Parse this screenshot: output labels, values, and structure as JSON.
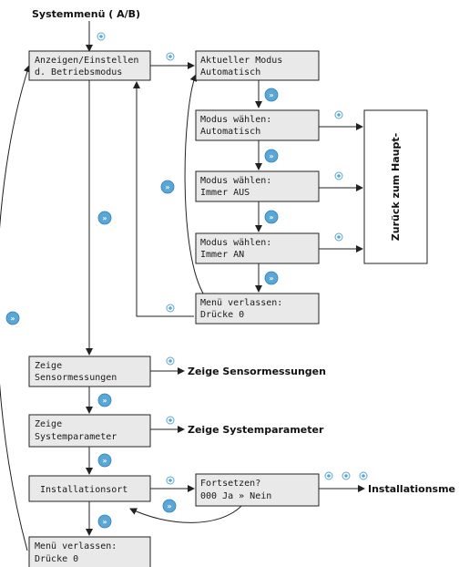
{
  "title": "Systemmenü ( A/B)",
  "boxes": {
    "anzeigen": [
      "Anzeigen/Einstellen",
      "d. Betriebsmodus"
    ],
    "aktueller": [
      "Aktueller Modus",
      "Automatisch"
    ],
    "modus_auto": [
      "Modus wählen:",
      "Automatisch"
    ],
    "modus_aus": [
      "Modus wählen:",
      "Immer AUS"
    ],
    "modus_an": [
      "Modus wählen:",
      "Immer AN"
    ],
    "menu_exit_1": [
      "Menü verlassen:",
      "Drücke 0"
    ],
    "sensor": [
      "Zeige",
      "Sensormessungen"
    ],
    "sysparam": [
      "Zeige",
      "Systemparameter"
    ],
    "install": [
      "Installationsort"
    ],
    "fortsetzen": [
      "Fortsetzen?",
      "000 Ja » Nein"
    ],
    "menu_exit_2": [
      "Menü verlassen:",
      "Drücke 0"
    ]
  },
  "labels": {
    "zurueck": "Zurück zum Haupt-",
    "sensor_out": "Zeige Sensormessungen",
    "sysparam_out": "Zeige Systemparameter",
    "install_out": "Installationsme"
  },
  "icons": {
    "forward_glyph": "»"
  },
  "colors": {
    "icon_blue": "#5aa6d6",
    "box_fill": "#e9e9e9"
  }
}
